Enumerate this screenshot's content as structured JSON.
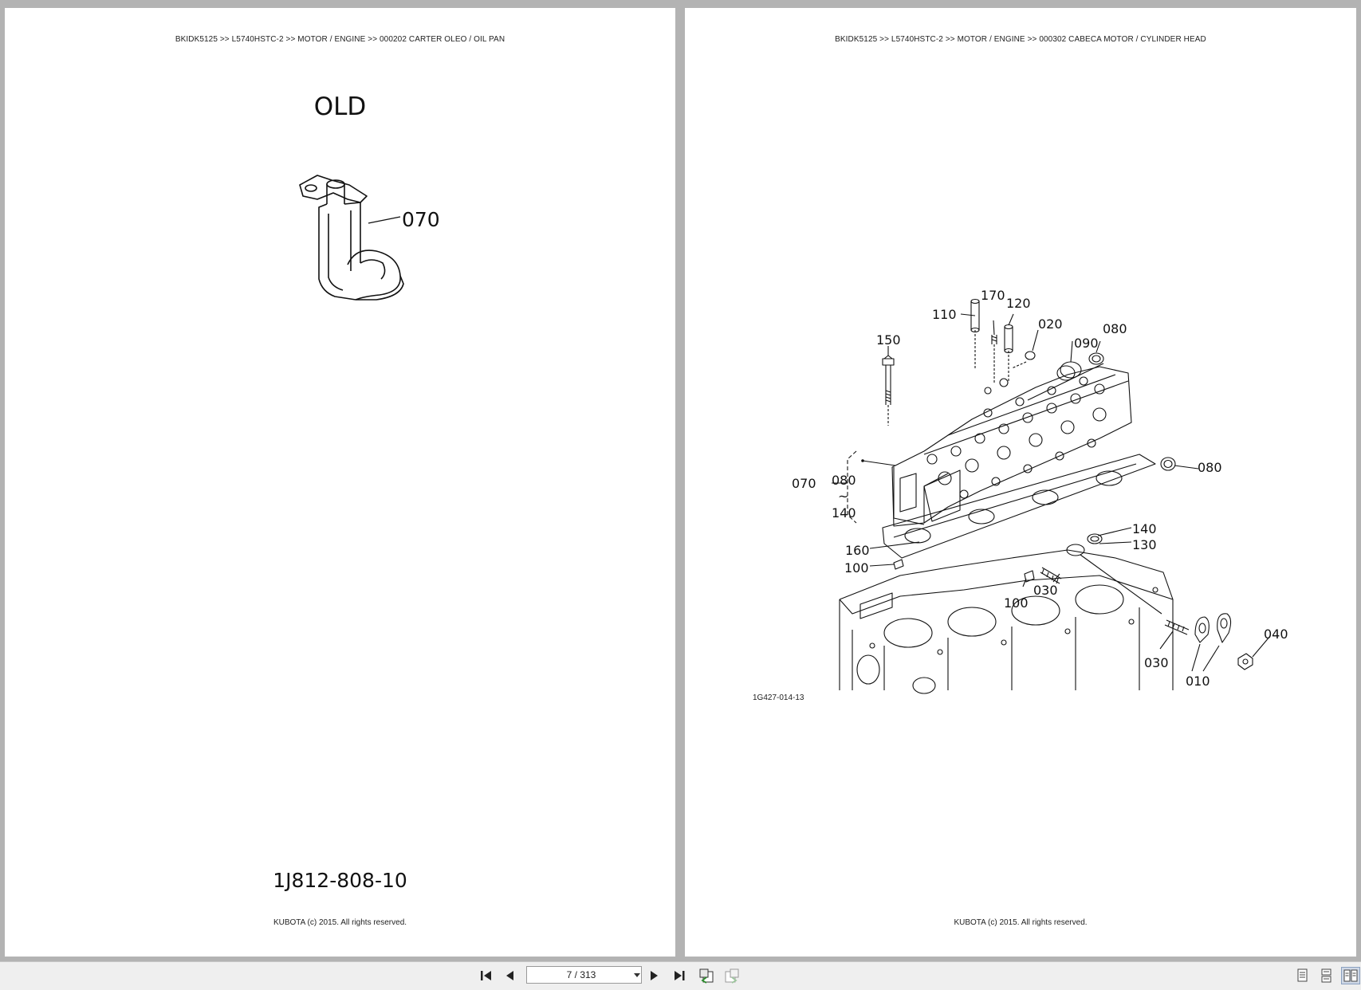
{
  "left_page": {
    "breadcrumb": "BKIDK5125 >> L5740HSTC-2 >> MOTOR / ENGINE >> 000202   CARTER OLEO / OIL PAN",
    "old_label": "OLD",
    "callout": "070",
    "part_number": "1J812-808-10",
    "copyright": "KUBOTA (c) 2015. All rights reserved."
  },
  "right_page": {
    "breadcrumb": "BKIDK5125 >> L5740HSTC-2 >> MOTOR / ENGINE >> 000302   CABECA MOTOR / CYLINDER HEAD",
    "diagram_code": "1G427-014-13",
    "copyright": "KUBOTA (c) 2015. All rights reserved.",
    "callouts": {
      "c110": "110",
      "c170": "170",
      "c120": "120",
      "c020": "020",
      "c090": "090",
      "c080a": "080",
      "c150": "150",
      "c080b": "080",
      "c070": "070",
      "c080c": "080",
      "c140a": "140",
      "c160": "160",
      "c100a": "100",
      "c140b": "140",
      "c130": "130",
      "c100b": "100",
      "c030a": "030",
      "c030b": "030",
      "c040": "040",
      "c010": "010",
      "tilde": "~"
    }
  },
  "toolbar": {
    "page_indicator": "7 / 313",
    "icons": [
      "first-page-icon",
      "previous-page-icon",
      "next-page-icon",
      "last-page-icon",
      "go-back-view-icon",
      "go-forward-view-icon",
      "single-page-view-icon",
      "continuous-view-icon",
      "two-page-view-icon"
    ]
  }
}
